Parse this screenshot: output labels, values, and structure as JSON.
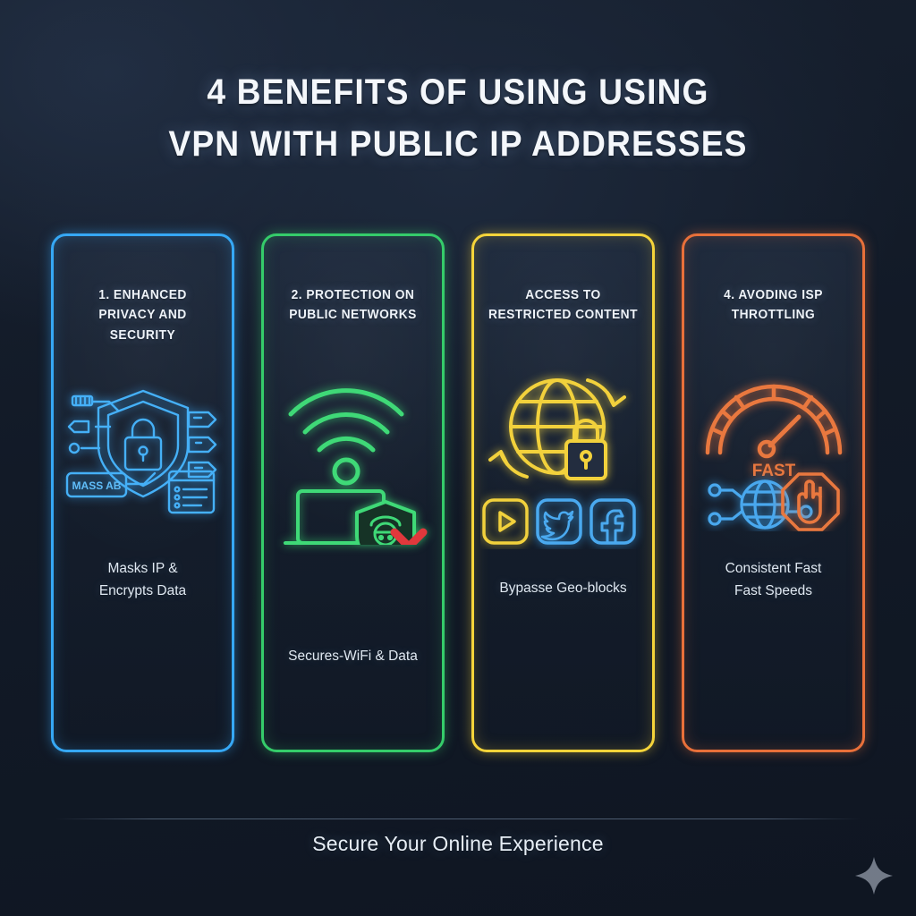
{
  "title": {
    "line1": "4 BENEFITS OF USING USING",
    "line2": "VPN WITH PUBLIC IP ADDRESSES"
  },
  "cards": [
    {
      "heading_line1": "1. ENHANCED",
      "heading_line2": "PRIVACY AND SECURITY",
      "caption_line1": "Masks IP &",
      "caption_line2": "Encrypts Data",
      "icon": "shield-lock-network-icon",
      "icon_label": "MASS AB",
      "color": "#36a8f5"
    },
    {
      "heading_line1": "2. PROTECTION ON",
      "heading_line2": "PUBLIC NETWORKS",
      "caption_line1": "Secures-WiFi & Data",
      "caption_line2": "",
      "icon": "wifi-laptop-hacker-blocked-icon",
      "icon_label": "",
      "color": "#35cc6a"
    },
    {
      "heading_line1": "ACCESS TO",
      "heading_line2": "RESTRICTED CONTENT",
      "caption_line1": "Bypasse Geo-blocks",
      "caption_line2": "",
      "icon": "globe-lock-arrows-icon",
      "icon_label": "",
      "color": "#f5d43a"
    },
    {
      "heading_line1": "4. AVODING ISP",
      "heading_line2": "THROTTLING",
      "caption_line1": "Consistent Fast",
      "caption_line2": "Fast Speeds",
      "icon": "speedometer-globe-stophand-icon",
      "icon_label": "FAST",
      "color": "#e8703a"
    }
  ],
  "social_icons": [
    {
      "name": "youtube-play-icon",
      "color": "#f5d43a"
    },
    {
      "name": "twitter-bird-icon",
      "color": "#48a9f0"
    },
    {
      "name": "facebook-f-icon",
      "color": "#48a9f0"
    }
  ],
  "footer": {
    "tagline": "Secure Your Online Experience"
  },
  "watermark": {
    "name": "sparkle-icon",
    "color": "#9aa2b0"
  }
}
